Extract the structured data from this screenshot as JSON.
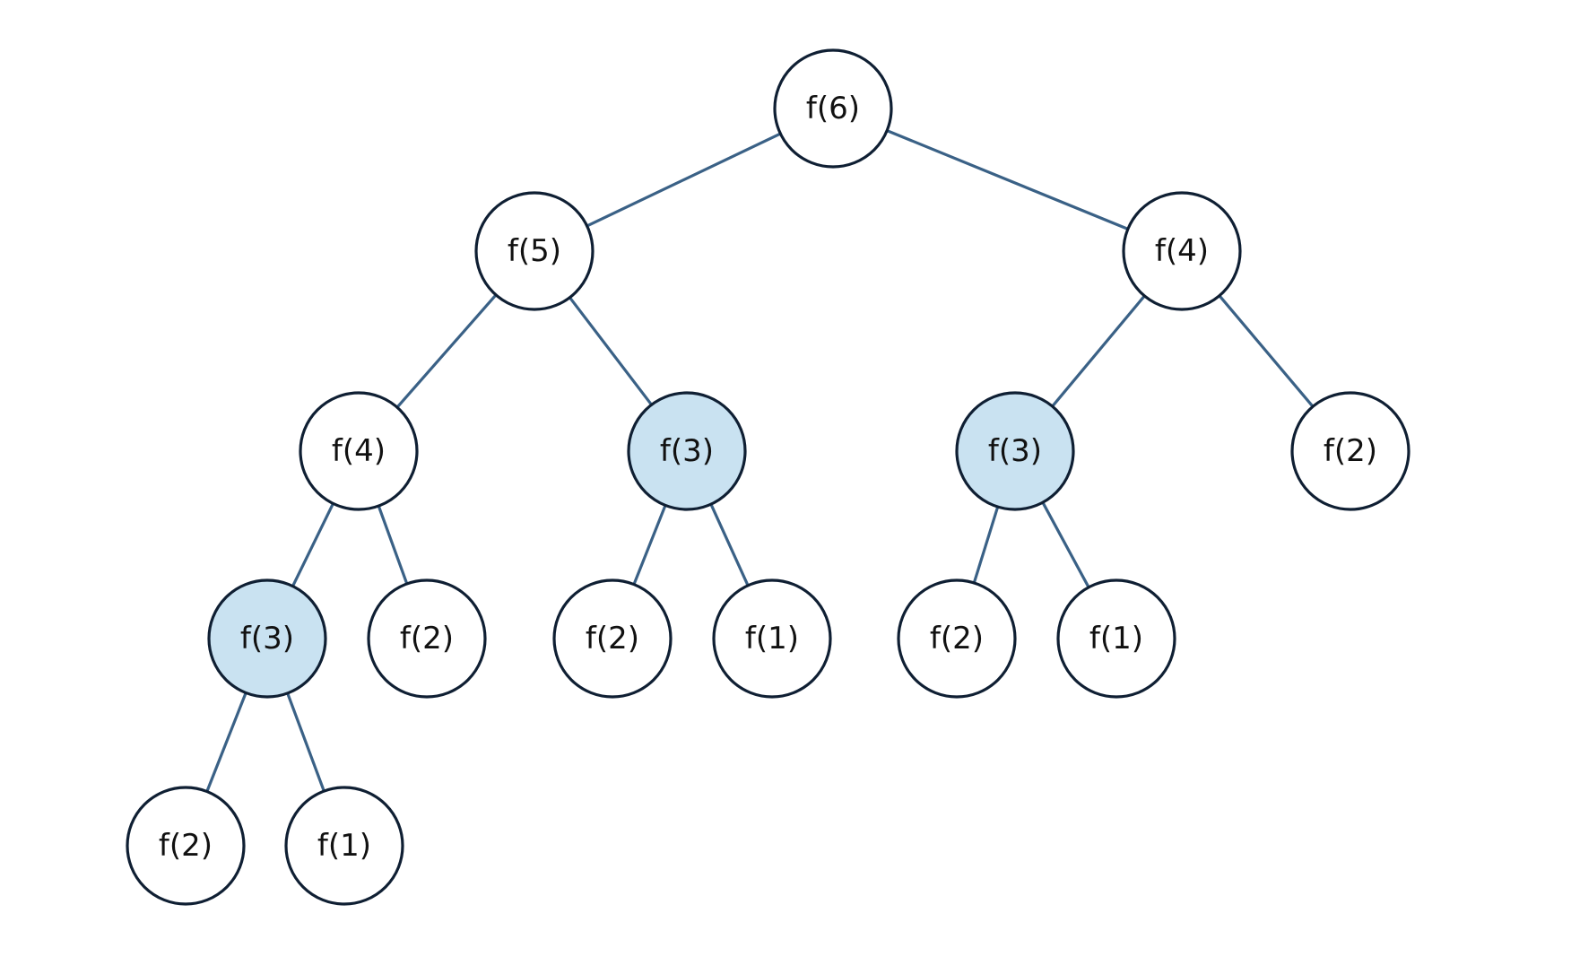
{
  "diagram": {
    "colors": {
      "edge": "#3a6186",
      "node_stroke": "#0f1f33",
      "node_fill": "#ffffff",
      "highlight_fill": "#c9e2f1",
      "label": "#111111"
    },
    "nodes": [
      {
        "id": "n6",
        "label": "f(6)",
        "highlighted": false
      },
      {
        "id": "n5",
        "label": "f(5)",
        "highlighted": false
      },
      {
        "id": "n4r",
        "label": "f(4)",
        "highlighted": false
      },
      {
        "id": "n4l",
        "label": "f(4)",
        "highlighted": false
      },
      {
        "id": "n3a",
        "label": "f(3)",
        "highlighted": true
      },
      {
        "id": "n3b",
        "label": "f(3)",
        "highlighted": true
      },
      {
        "id": "n2r",
        "label": "f(2)",
        "highlighted": false
      },
      {
        "id": "n3c",
        "label": "f(3)",
        "highlighted": true
      },
      {
        "id": "n2a",
        "label": "f(2)",
        "highlighted": false
      },
      {
        "id": "n2b",
        "label": "f(2)",
        "highlighted": false
      },
      {
        "id": "n1b",
        "label": "f(1)",
        "highlighted": false
      },
      {
        "id": "n2c",
        "label": "f(2)",
        "highlighted": false
      },
      {
        "id": "n1c",
        "label": "f(1)",
        "highlighted": false
      },
      {
        "id": "n2d",
        "label": "f(2)",
        "highlighted": false
      },
      {
        "id": "n1d",
        "label": "f(1)",
        "highlighted": false
      }
    ],
    "edges": [
      {
        "from": "n6",
        "to": "n5"
      },
      {
        "from": "n6",
        "to": "n4r"
      },
      {
        "from": "n5",
        "to": "n4l"
      },
      {
        "from": "n5",
        "to": "n3a"
      },
      {
        "from": "n4r",
        "to": "n3b"
      },
      {
        "from": "n4r",
        "to": "n2r"
      },
      {
        "from": "n4l",
        "to": "n3c"
      },
      {
        "from": "n4l",
        "to": "n2a"
      },
      {
        "from": "n3a",
        "to": "n2b"
      },
      {
        "from": "n3a",
        "to": "n1b"
      },
      {
        "from": "n3b",
        "to": "n2c"
      },
      {
        "from": "n3b",
        "to": "n1c"
      },
      {
        "from": "n3c",
        "to": "n2d"
      },
      {
        "from": "n3c",
        "to": "n1d"
      }
    ]
  }
}
